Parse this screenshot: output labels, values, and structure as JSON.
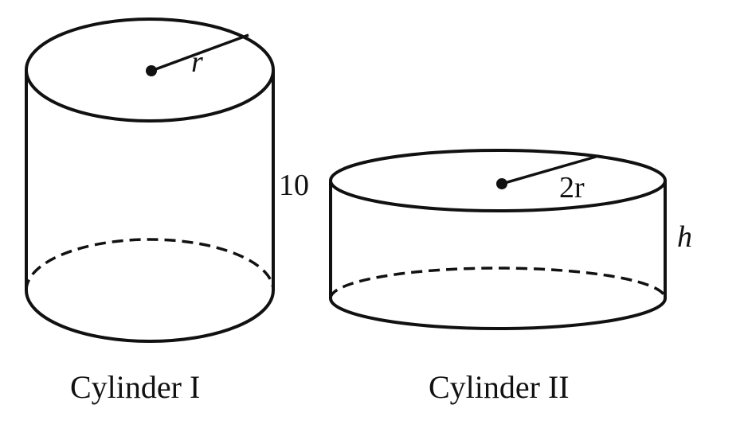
{
  "cylinder1": {
    "caption": "Cylinder I",
    "radius_label": "r",
    "height_label": "10"
  },
  "cylinder2": {
    "caption": "Cylinder II",
    "radius_label": "2r",
    "height_label": "h"
  }
}
